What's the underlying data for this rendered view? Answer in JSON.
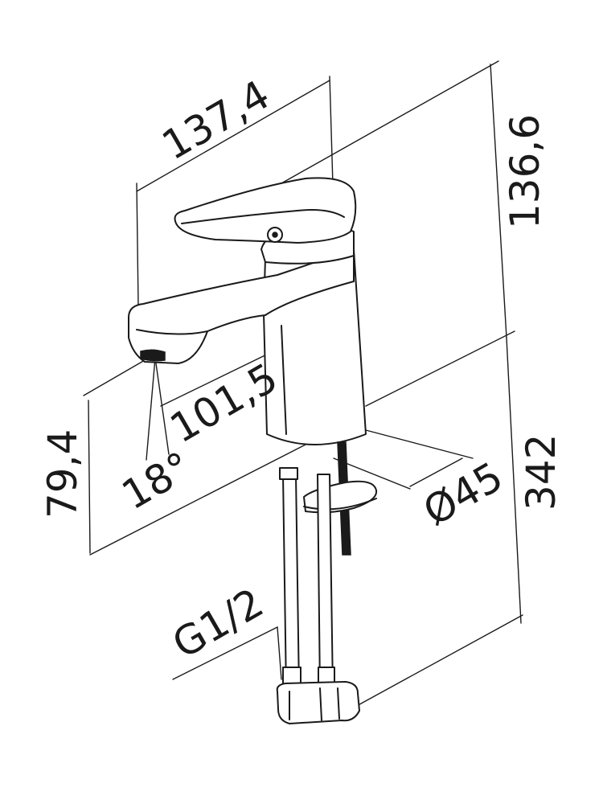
{
  "dimensions": {
    "width_137": "137,4",
    "height_136": "136,6",
    "reach_101": "101,5",
    "height_79": "79,4",
    "angle_18": "18°",
    "diameter_45": "Ø45",
    "height_342": "342",
    "thread": "G1/2"
  }
}
